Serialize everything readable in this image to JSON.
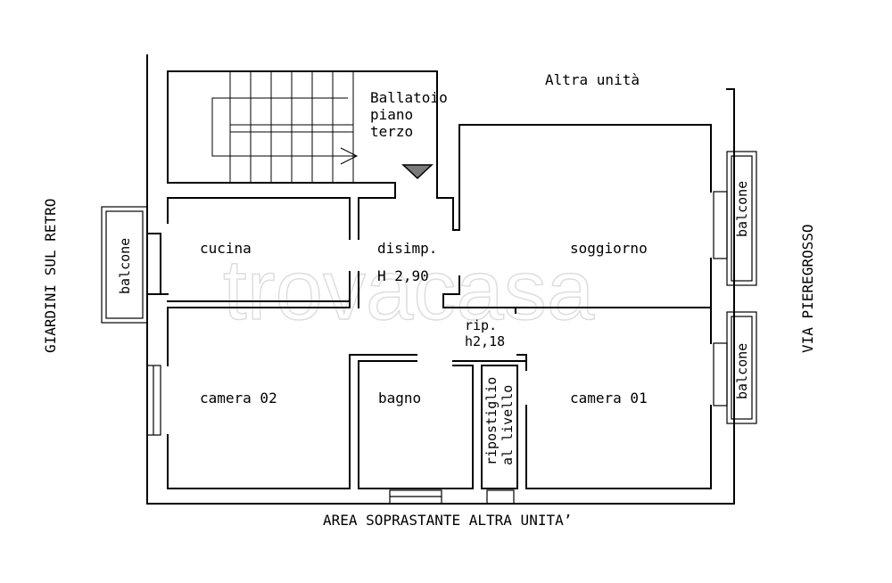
{
  "labels": {
    "ballatoio": [
      "Ballatoio",
      "piano",
      "terzo"
    ],
    "altra_unita": "Altra unità",
    "cucina": "cucina",
    "disimp": "disimp.",
    "altezza": "H 2,90",
    "soggiorno": "soggiorno",
    "rip": [
      "rip.",
      "h2,18"
    ],
    "camera02": "camera 02",
    "bagno": "bagno",
    "ripostiglio": [
      "ripostiglio",
      "al livello"
    ],
    "camera01": "camera 01",
    "balcone": "balcone",
    "area_soprastante": "AREA SOPRASTANTE ALTRA UNITA’",
    "giardini": "GIARDINI SUL RETRO",
    "via": "VIA PIEREGROSSO"
  },
  "watermark": "trovacasa",
  "colors": {
    "wall": "#000000",
    "marker": "#7a7a7a",
    "watermark": "#c8c8c8"
  }
}
